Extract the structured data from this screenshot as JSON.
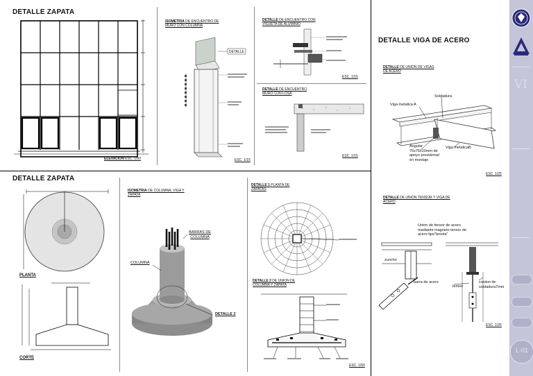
{
  "sheet": {
    "top_left_title": "DETALLE ZAPATA",
    "bottom_left_title": "DETALLE ZAPATA",
    "right_title": "DETALLE VIGA DE ACERO",
    "sheet_code": "L-01",
    "sidebar_letters": "VI"
  },
  "top_left": {
    "elevation_label_bold": "ELEVACION",
    "elevation_label_rest": " ESC. 1/50",
    "iso_label_bold": "ISOMETRIA",
    "iso_label_rest": " DE ENCUENTRO DE MURO CON COLUMNA",
    "iso_tag": "DETALLE",
    "iso_esc": "ESC. 1/15",
    "det1_label_bold": "DETALLE",
    "det1_label_rest": " DE ENCUENTRO CON VIGUETA DE ALUMINIO",
    "det1_esc": "ESC. 1/15",
    "det2_label_bold": "DETALLE",
    "det2_label_rest": " DE ENCUENTRO MURO CON LOSA",
    "det2_esc": "ESC. 1/15"
  },
  "bottom_left": {
    "planta_label": "PLANTA",
    "corte_label": "CORTE",
    "iso_label_bold": "ISOMETRIA",
    "iso_label_rest": " DE COLUMNA, VIGA Y ZAPATA",
    "barras_label": "BARRAS DE COLUMNA",
    "columna_label": "COLUMNA",
    "detalle2_tag": "DETALLE 2",
    "det1_label_bold": "DETALLE 1",
    "det1_label_rest": " PLANTA DE ZAPATAS",
    "det2_label_bold": "DETALLE 2",
    "det2_label_rest": " DE UNION DE COLUMNA Y ZAPATA",
    "esc": "ESC. 1/50"
  },
  "right": {
    "union_vigas_bold": "DETALLE",
    "union_vigas_rest": " DE UNION DE VIGAS DE ACERO",
    "soldadura": "Soldadura",
    "viga_a": "Viga metalica A",
    "viga_b": "Viga metalicaB",
    "angular": "Angular 75x75x10mm de apoyo provisional en montaje",
    "esc1": "ESC. 1/25",
    "tensor_bold": "DETALLE",
    "tensor_rest": " DE UNION TENSOR Y VIGA DE ACERO",
    "union_note": "Union de tensor de acero mediante magneto tensor de acero tipo\"bresta\"",
    "zuncho": "zuncho",
    "barra": "barra de acero",
    "tensor": "tensor",
    "cordon": "cordon de soldadura7mm",
    "esc2": "ESC. 1/25"
  }
}
